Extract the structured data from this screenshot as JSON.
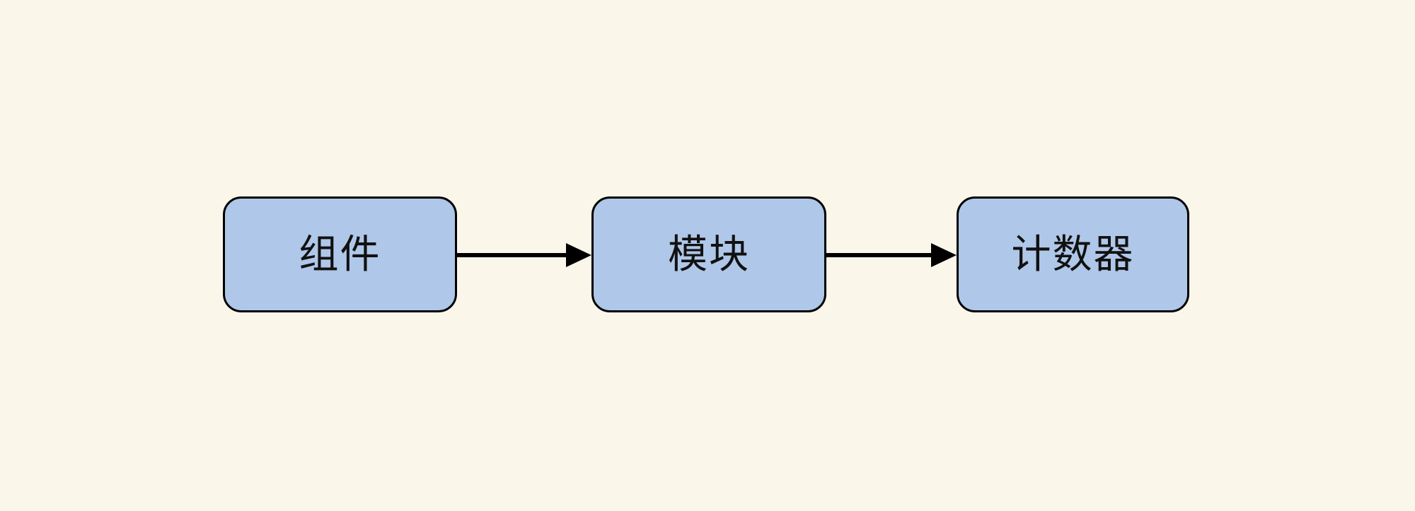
{
  "diagram": {
    "type": "flowchart",
    "direction": "left-to-right",
    "background_color": "#faf6ea",
    "node_fill_color": "#afc7e8",
    "node_border_color": "#000000",
    "node_text_color": "#111111",
    "arrow_color": "#000000",
    "nodes": [
      {
        "id": "component",
        "label": "组件"
      },
      {
        "id": "module",
        "label": "模块"
      },
      {
        "id": "counter",
        "label": "计数器"
      }
    ],
    "edges": [
      {
        "from": "component",
        "to": "module",
        "style": "solid-arrow"
      },
      {
        "from": "module",
        "to": "counter",
        "style": "solid-arrow"
      }
    ]
  }
}
